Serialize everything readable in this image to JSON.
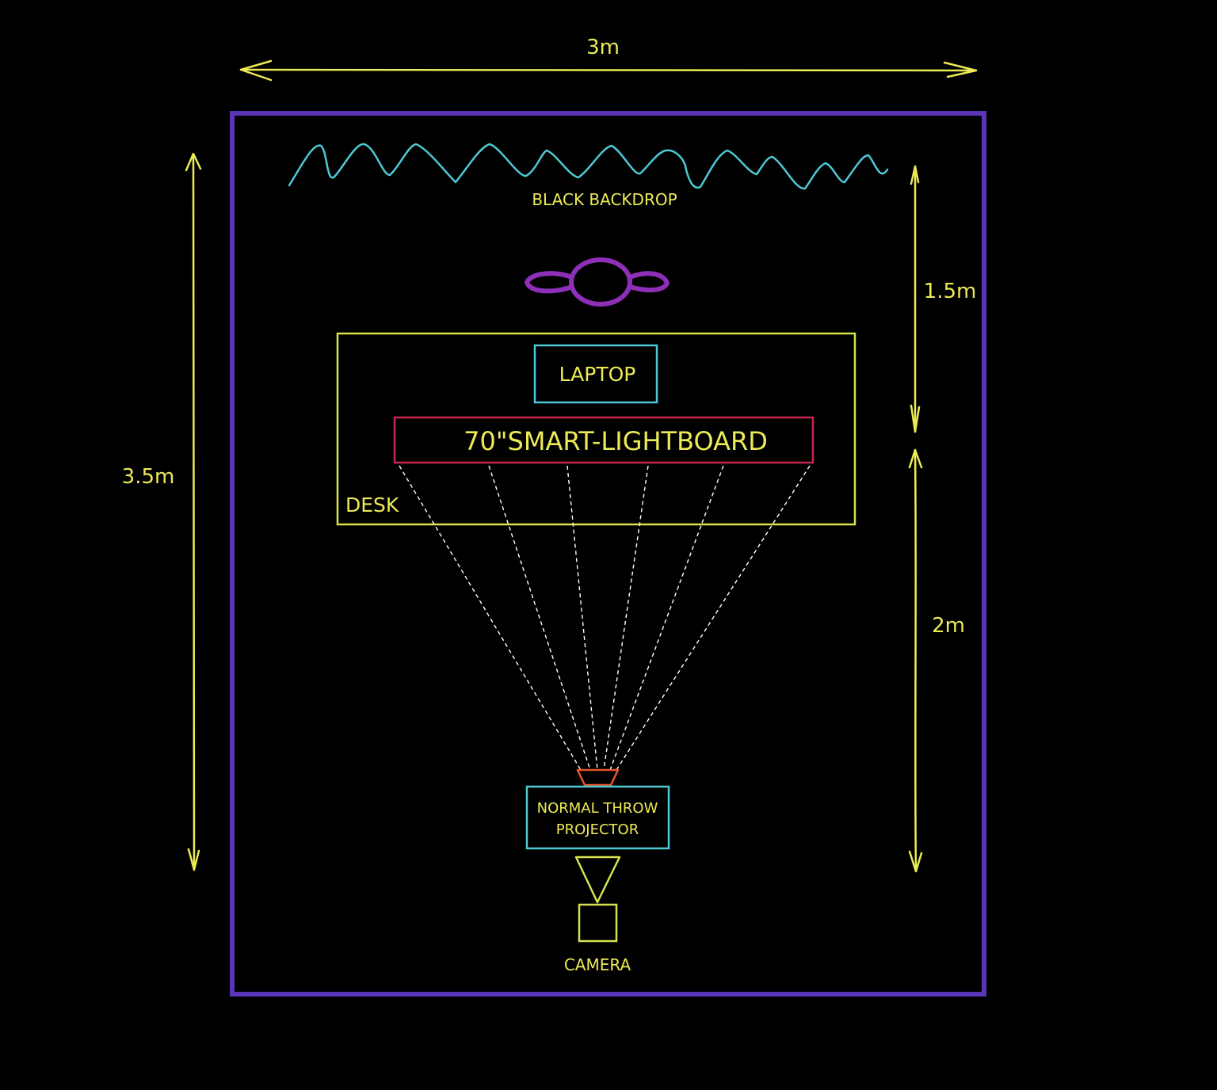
{
  "colors": {
    "background": "#000000",
    "room": "#5b35b8",
    "dimension": "#ecea55",
    "backdrop": "#4ec9d4",
    "presenter": "#8e2fb8",
    "desk": "#d7e24d",
    "laptop": "#4ec9d4",
    "lightboard": "#c4264f",
    "projector": "#4ec9d4",
    "lens": "#e8552c",
    "projection_lines": "#ffffff",
    "camera": "#d7e24d",
    "text": "#ecea55"
  },
  "dimensions": {
    "width": "3m",
    "depth": "3.5m",
    "backdrop_to_board": "1.5m",
    "board_to_camera": "2m"
  },
  "labels": {
    "backdrop": "BLACK BACKDROP",
    "laptop": "LAPTOP",
    "lightboard": "70\"SMART-LIGHTBOARD",
    "desk": "DESK",
    "projector_line1": "NORMAL THROW",
    "projector_line2": "PROJECTOR",
    "camera": "CAMERA"
  },
  "icons": {
    "presenter": "person-top-view-icon",
    "camera_cone": "camera-field-of-view-icon"
  }
}
